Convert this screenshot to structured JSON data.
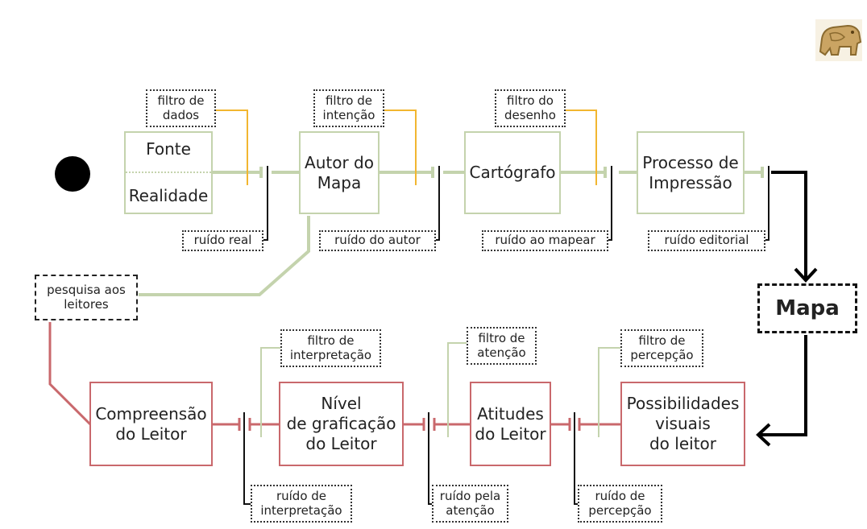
{
  "top_row": {
    "source_top": "Fonte",
    "source_bottom": "Realidade",
    "author": "Autor do\nMapa",
    "cartographer": "Cartógrafo",
    "printing": "Processo de\nImpressão"
  },
  "filters_top": {
    "data": "filtro de\ndados",
    "intention": "filtro de\nintenção",
    "drawing": "filtro do\ndesenho"
  },
  "noise_top": {
    "real": "ruído real",
    "author": "ruído do autor",
    "mapping": "ruído ao mapear",
    "editorial": "ruído editorial"
  },
  "map": "Mapa",
  "reader_survey": "pesquisa aos\nleitores",
  "bottom_row": {
    "comprehension": "Compreensão\ndo Leitor",
    "graphication": "Nível\nde graficação\ndo Leitor",
    "attitudes": "Atitudes\ndo Leitor",
    "visual": "Possibilidades\nvisuais\ndo leitor"
  },
  "filters_bottom": {
    "interpretation": "filtro de\ninterpretação",
    "attention": "filtro de\natenção",
    "perception": "filtro de\npercepção"
  },
  "noise_bottom": {
    "interpretation": "ruído de\ninterpretação",
    "attention": "ruído pela\natenção",
    "perception": "ruído de\npercepção"
  },
  "colors": {
    "sender_flow": "#c4d3ad",
    "reader_flow": "#c9686c",
    "filter_line": "#f2b630",
    "noise_line": "#111111"
  },
  "icons": {
    "start": "black-circle-icon",
    "logo": "bear-logo-icon"
  }
}
